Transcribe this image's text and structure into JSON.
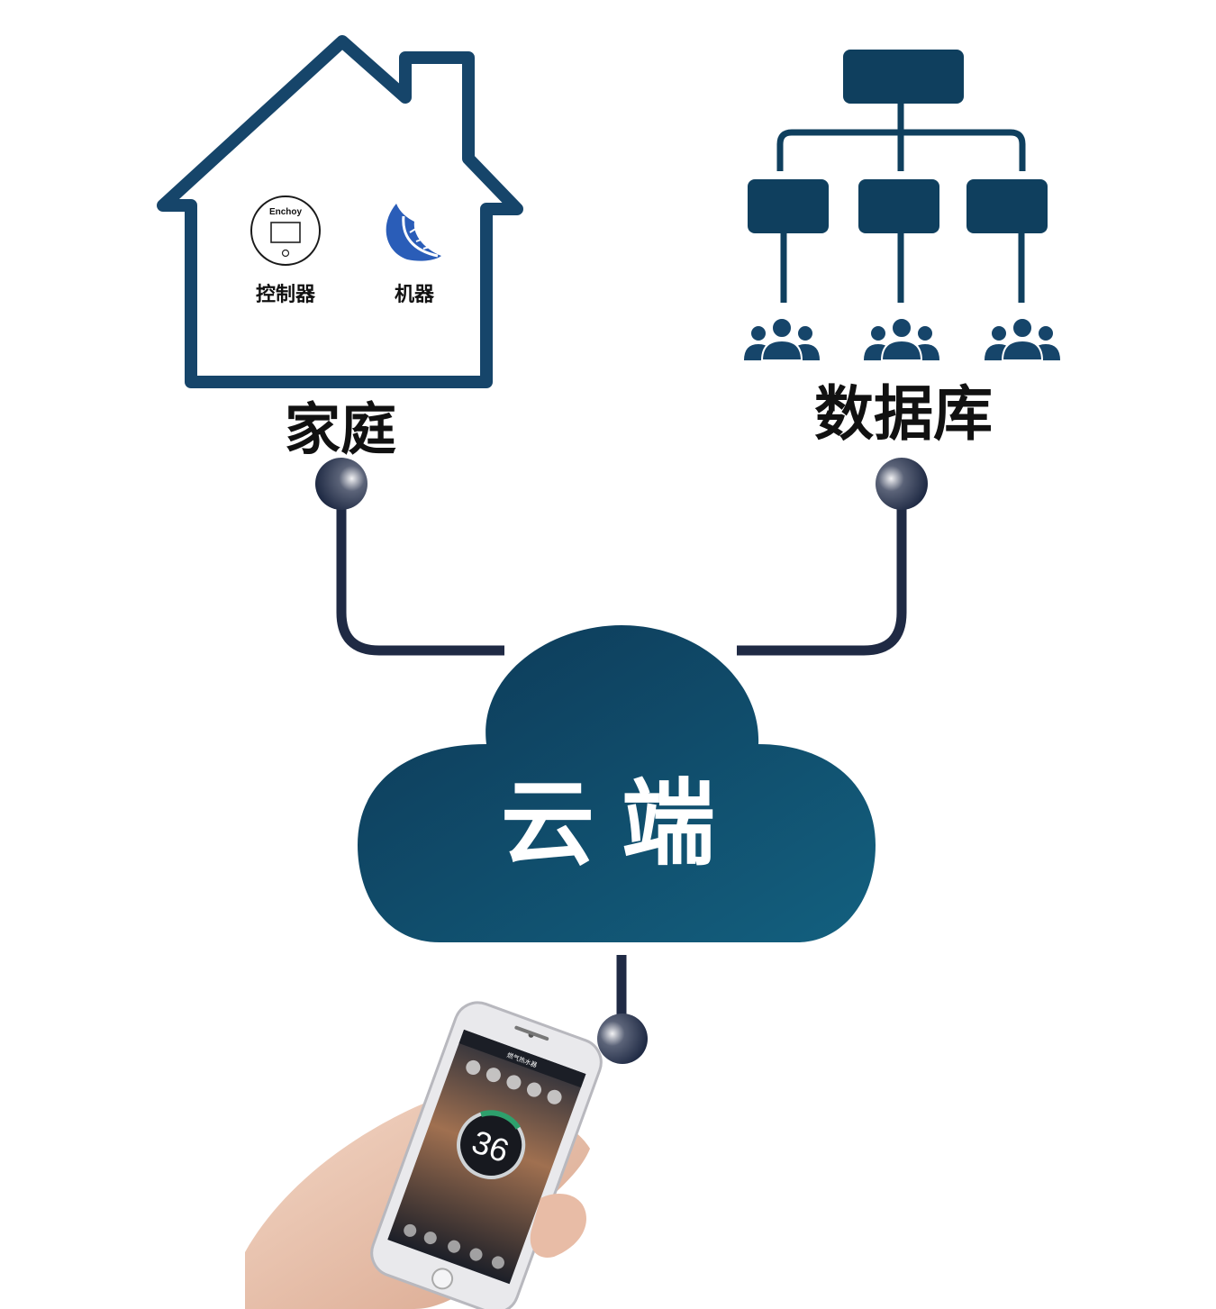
{
  "home": {
    "title": "家庭",
    "controller": {
      "brand": "Enchoy",
      "label": "控制器"
    },
    "machine": {
      "label": "机器"
    }
  },
  "database": {
    "title": "数据库"
  },
  "cloud": {
    "label": "云端"
  },
  "phone": {
    "app_title": "燃气热水器",
    "temperature": "36"
  },
  "colors": {
    "navy": "#16456a",
    "cloud_dark": "#0f3d5c",
    "cloud_light": "#125f7e",
    "connector": "#1f2a44",
    "leaf": "#2a5db8"
  },
  "icons": [
    "house-icon",
    "thermostat-icon",
    "leaf-icon",
    "org-chart-icon",
    "user-group-icon",
    "cloud-icon",
    "smartphone-icon",
    "hand-icon"
  ]
}
